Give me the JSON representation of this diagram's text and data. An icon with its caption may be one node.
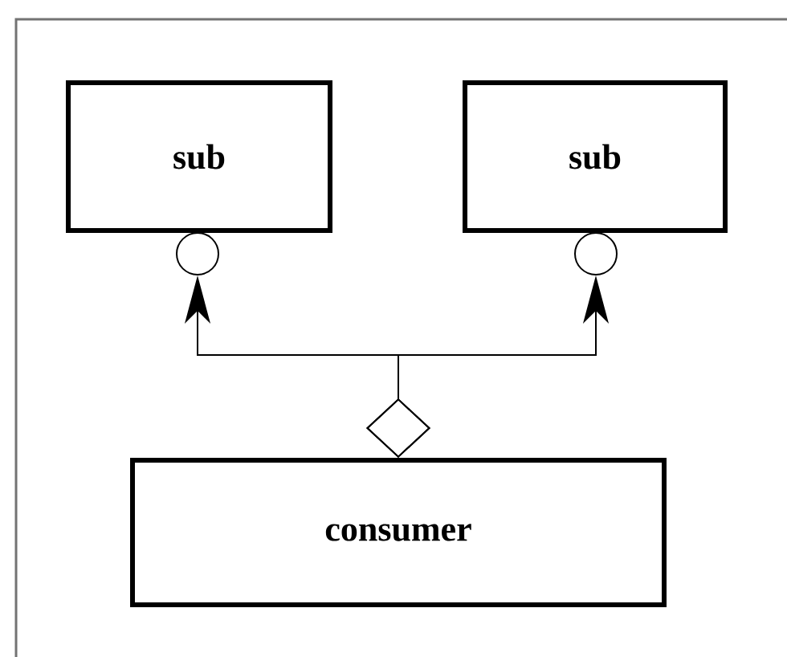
{
  "diagram": {
    "nodes": [
      {
        "text": [
          "sub"
        ]
      },
      {
        "text": [
          "sub"
        ]
      },
      {
        "text": [
          "consumer"
        ]
      },
      {
        "text": [],
        "shape": "circle"
      },
      {
        "text": [],
        "shape": "circle"
      }
    ],
    "edges": [
      {
        "from": 2,
        "to": 3,
        "arrow": "to"
      },
      {
        "from": 2,
        "to": 4,
        "arrow": "to"
      }
    ]
  }
}
